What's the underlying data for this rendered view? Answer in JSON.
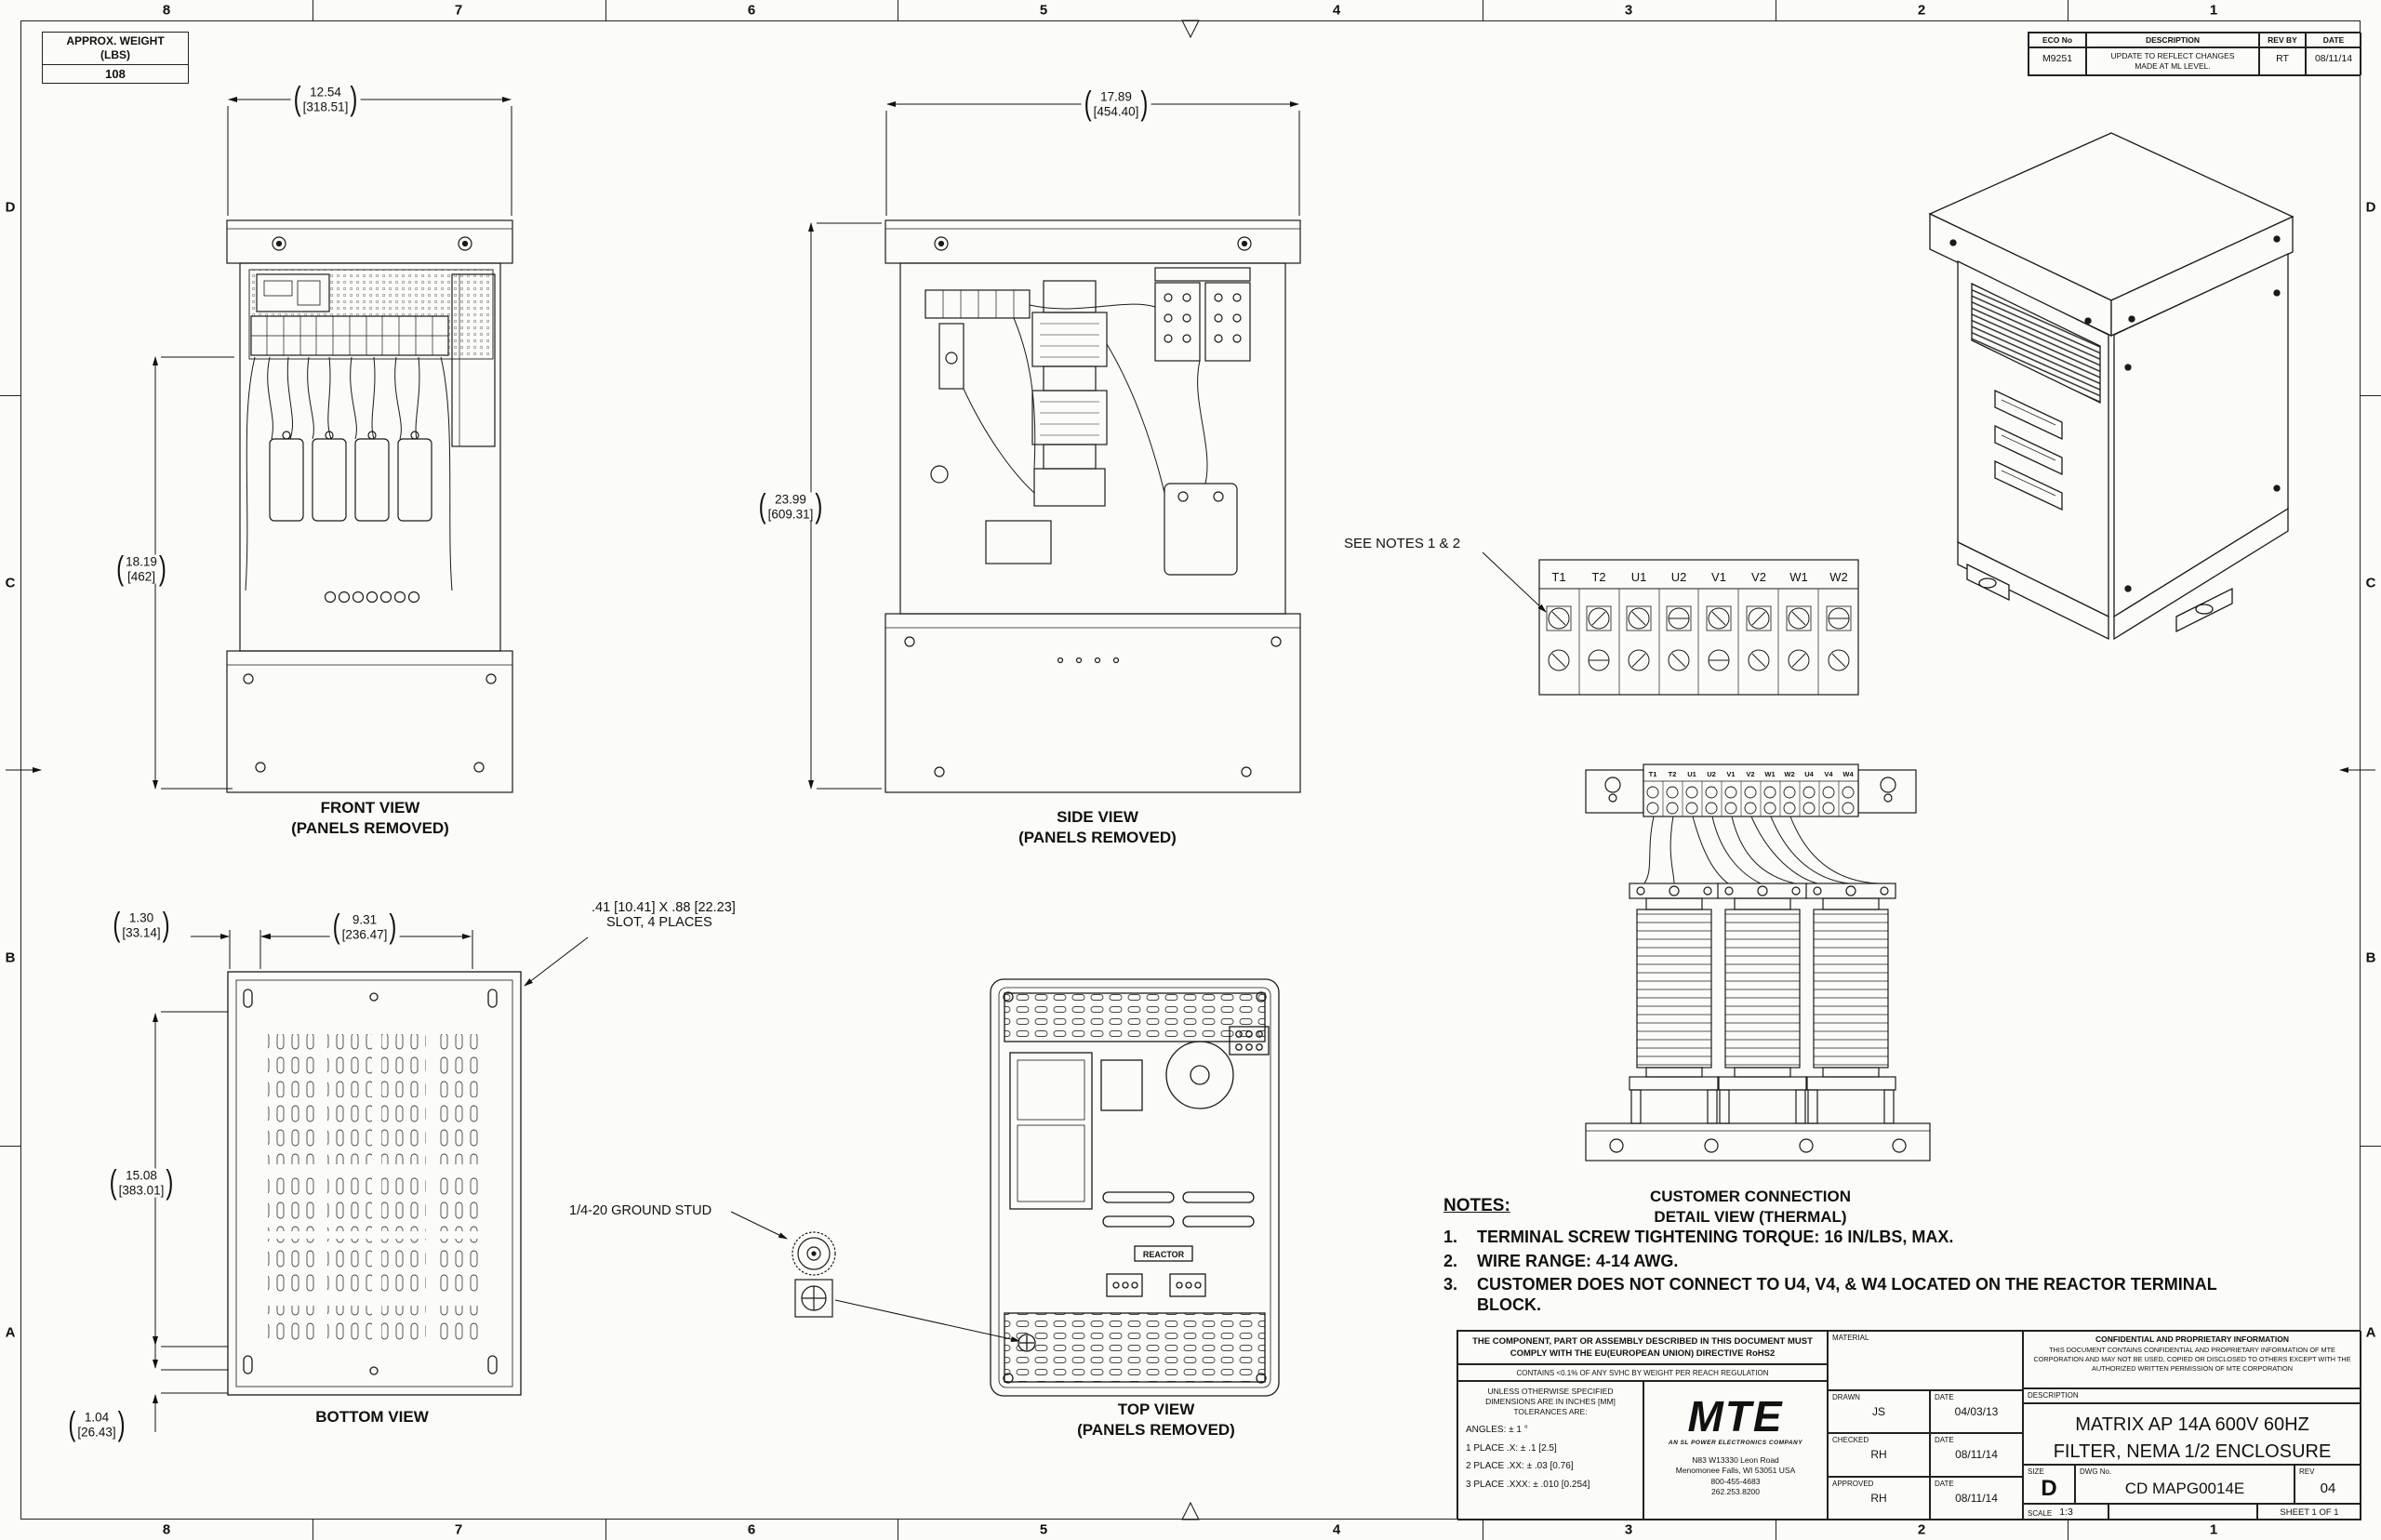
{
  "sheet": {
    "zones_cols": [
      "8",
      "7",
      "6",
      "5",
      "4",
      "3",
      "2",
      "1"
    ],
    "zones_rows": [
      "D",
      "C",
      "B",
      "A"
    ]
  },
  "punct": {
    "open": "(",
    "close": ")"
  },
  "weight_box": {
    "line1": "APPROX. WEIGHT",
    "line2": "(LBS)",
    "value": "108"
  },
  "eco": {
    "h_no": "ECO No",
    "h_desc": "DESCRIPTION",
    "h_rev": "REV BY",
    "h_date": "DATE",
    "no": "M9251",
    "desc1": "UPDATE TO REFLECT CHANGES",
    "desc2": "MADE AT ML LEVEL.",
    "rev": "RT",
    "date": "08/11/14"
  },
  "views": {
    "front": {
      "title": "FRONT VIEW",
      "subtitle": "(PANELS REMOVED)"
    },
    "side": {
      "title": "SIDE VIEW",
      "subtitle": "(PANELS REMOVED)"
    },
    "bottom": {
      "title": "BOTTOM VIEW"
    },
    "top": {
      "title": "TOP VIEW",
      "subtitle": "(PANELS REMOVED)",
      "reactor_label": "REACTOR"
    },
    "detail": {
      "title": "CUSTOMER CONNECTION",
      "subtitle": "DETAIL VIEW (THERMAL)",
      "see_notes": "SEE NOTES 1 & 2",
      "terminals": [
        "T1",
        "T2",
        "U1",
        "U2",
        "V1",
        "V2",
        "W1",
        "W2"
      ],
      "reactor_terminals": [
        "T1",
        "T2",
        "U1",
        "U2",
        "V1",
        "V2",
        "W1",
        "W2",
        "U4",
        "V4",
        "W4"
      ]
    }
  },
  "dims": {
    "front_w": {
      "in": "12.54",
      "mm": "[318.51]"
    },
    "front_h": {
      "in": "18.19",
      "mm": "[462]"
    },
    "side_w": {
      "in": "17.89",
      "mm": "[454.40]"
    },
    "side_h": {
      "in": "23.99",
      "mm": "[609.31]"
    },
    "bottom_edge": {
      "in": "1.30",
      "mm": "[33.14]"
    },
    "bottom_w": {
      "in": "9.31",
      "mm": "[236.47]"
    },
    "bottom_h": {
      "in": "15.08",
      "mm": "[383.01]"
    },
    "bottom_edge2": {
      "in": "1.04",
      "mm": "[26.43]"
    },
    "slot_note1": ".41 [10.41] X .88 [22.23]",
    "slot_note2": "SLOT, 4 PLACES",
    "ground_stud": "1/4-20 GROUND STUD"
  },
  "notes": {
    "heading": "NOTES:",
    "n1": "1.",
    "t1": "TERMINAL SCREW TIGHTENING TORQUE: 16 IN/LBS, MAX.",
    "n2": "2.",
    "t2": "WIRE RANGE: 4-14 AWG.",
    "n3": "3.",
    "t3": "CUSTOMER DOES NOT CONNECT TO U4, V4, & W4 LOCATED ON THE REACTOR TERMINAL BLOCK."
  },
  "title_block": {
    "compliance_1": "THE COMPONENT, PART OR ASSEMBLY DESCRIBED IN THIS DOCUMENT MUST COMPLY WITH THE EU(EUROPEAN UNION) DIRECTIVE RoHS2",
    "compliance_2": "CONTAINS <0.1% OF ANY SVHC BY WEIGHT PER REACH REGULATION",
    "tol_1": "UNLESS OTHERWISE SPECIFIED",
    "tol_2": "DIMENSIONS ARE IN INCHES [MM]",
    "tol_3": "TOLERANCES ARE:",
    "tol_angles": "ANGLES: ± 1 °",
    "tol_p1": "1 PLACE .X: ± .1 [2.5]",
    "tol_p2": "2 PLACE .XX: ± .03 [0.76]",
    "tol_p3": "3 PLACE .XXX: ± .010 [0.254]",
    "mte_logo": "MTE",
    "mte_tagline": "AN SL POWER ELECTRONICS COMPANY",
    "addr1": "N83 W13330 Leon Road",
    "addr2": "Menomonee Falls, WI 53051 USA",
    "addr3": "800-455-4683",
    "addr4": "262.253.8200",
    "material_label": "MATERIAL",
    "date_label": "DATE",
    "drawn_label": "DRAWN",
    "drawn": "JS",
    "drawn_date": "04/03/13",
    "checked_label": "CHECKED",
    "checked": "RH",
    "checked_date": "08/11/14",
    "approved_label": "APPROVED",
    "approved": "RH",
    "approved_date": "08/11/14",
    "confidential_title": "CONFIDENTIAL AND PROPRIETARY INFORMATION",
    "confidential_body": "THIS DOCUMENT CONTAINS CONFIDENTIAL AND PROPRIETARY INFORMATION OF MTE CORPORATION AND MAY NOT BE USED, COPIED OR DISCLOSED TO OTHERS EXCEPT WITH THE AUTHORIZED WRITTEN PERMISSION OF MTE CORPORATION",
    "description_label": "DESCRIPTION",
    "description_1": "MATRIX AP 14A 600V 60HZ",
    "description_2": "FILTER, NEMA 1/2 ENCLOSURE",
    "size_label": "SIZE",
    "size": "D",
    "dwg_label": "DWG No.",
    "dwg_no": "CD MAPG0014E",
    "rev_label": "REV",
    "rev": "04",
    "scale_label": "SCALE",
    "scale": "1:3",
    "sheet": "SHEET 1  OF 1"
  }
}
